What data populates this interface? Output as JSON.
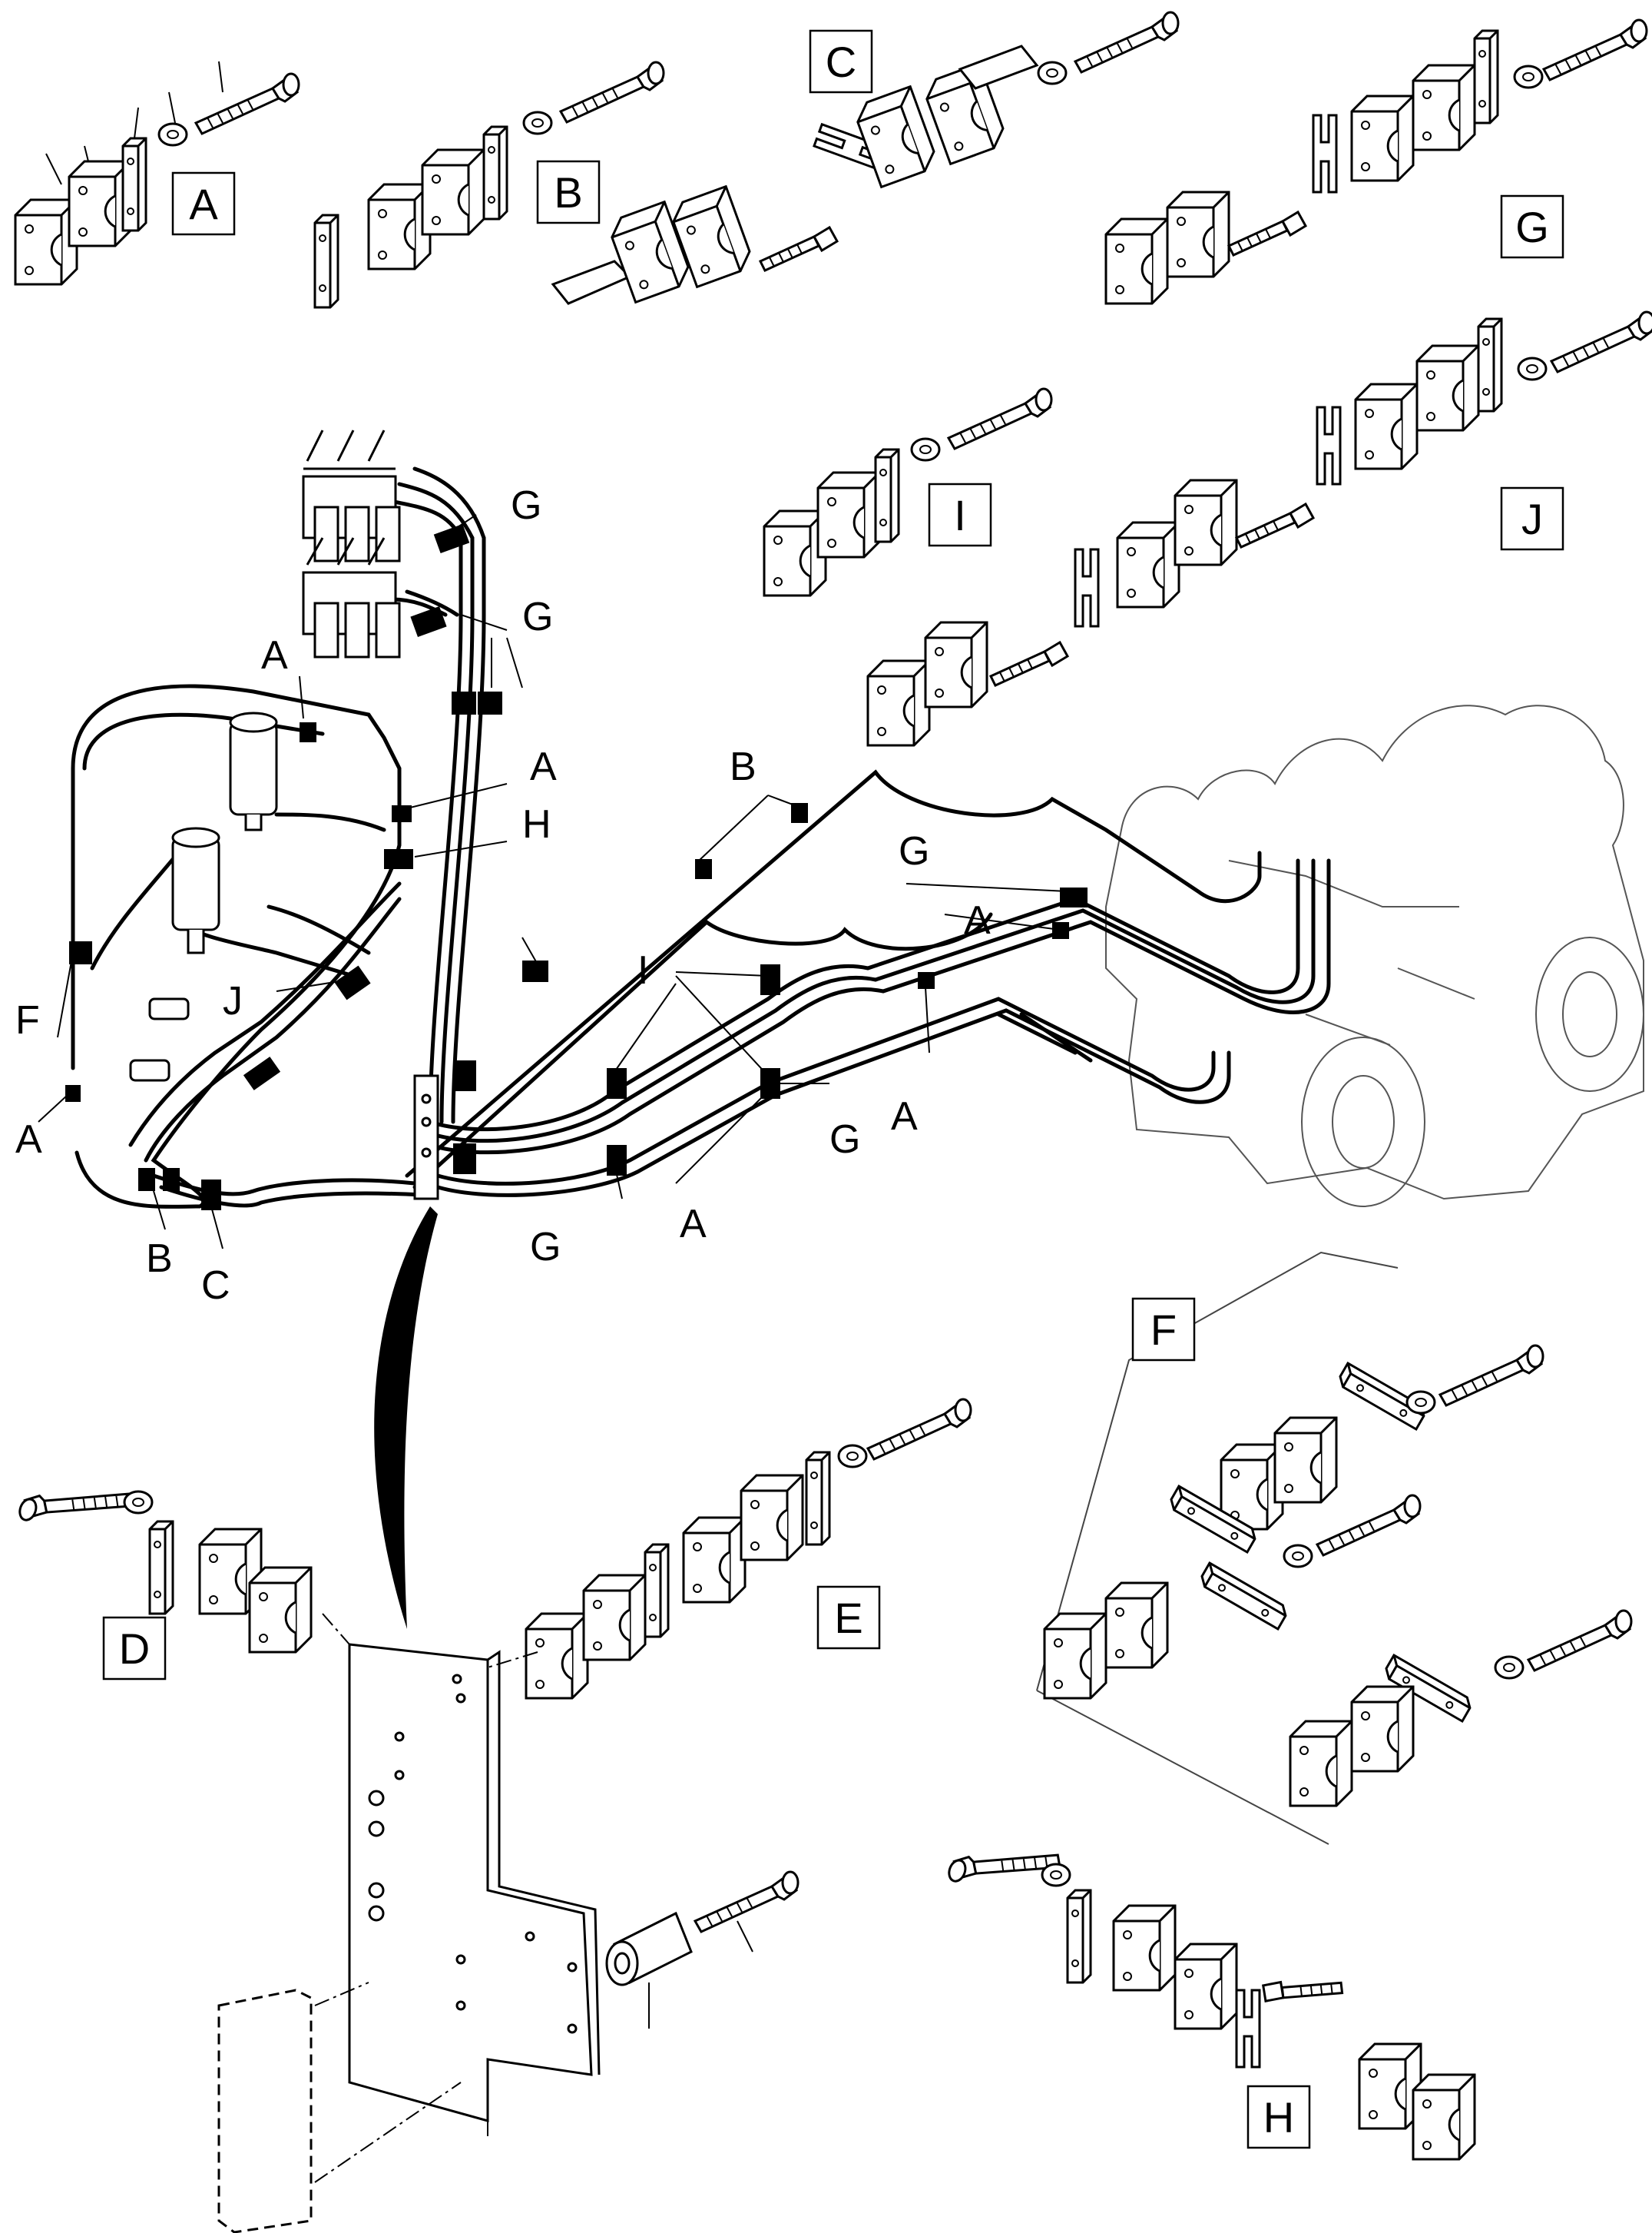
{
  "box_labels": [
    "A",
    "B",
    "C",
    "G",
    "I",
    "J",
    "F",
    "D",
    "E",
    "H"
  ],
  "main_labels": {
    "g_top": "G",
    "g_mid": "G",
    "a_left_top": "A",
    "a_left_mid": "A",
    "h_main": "H",
    "b_main": "B",
    "g_right": "G",
    "a_right_top": "A",
    "i_main": "I",
    "f_main": "F",
    "j_main": "J",
    "a_right_low": "A",
    "g_right_low": "G",
    "a_bottom_left": "A",
    "g_bottom": "G",
    "a_bottom": "A",
    "b_bottom": "B",
    "c_bottom": "C"
  },
  "colors": {
    "line": "#000000",
    "fill": "#ffffff",
    "engine": "#555555"
  }
}
